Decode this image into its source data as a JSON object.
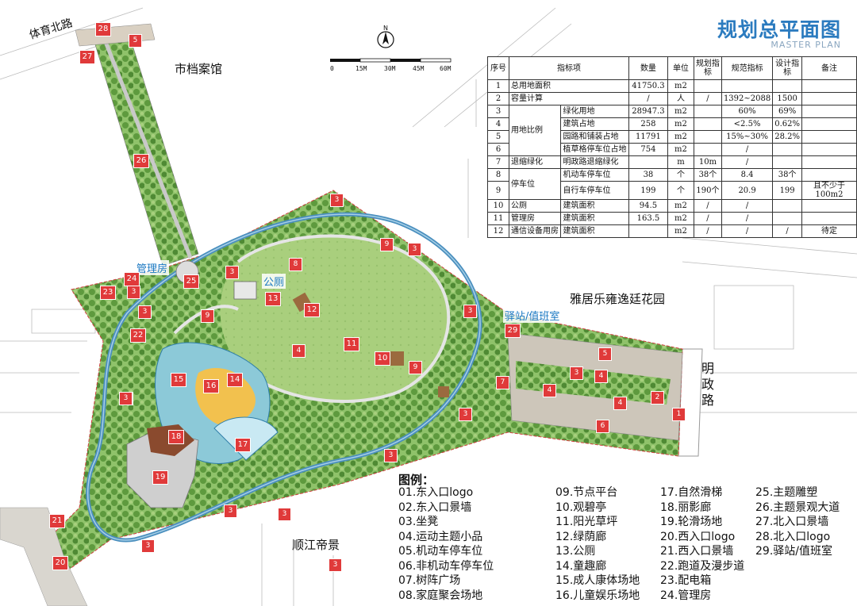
{
  "header": {
    "title": "规划总平面图",
    "subtitle": "MASTER PLAN"
  },
  "compass": {
    "label": "N"
  },
  "scale": {
    "labels": [
      "0",
      "15M",
      "30M",
      "45M",
      "60M"
    ]
  },
  "place_labels": {
    "tiyu_north_road": "体育北路",
    "city_archives": "市档案馆",
    "management_room": "管理房",
    "toilet": "公厕",
    "station": "驿站/值班室",
    "yaju": "雅居乐雍逸廷花园",
    "mingzheng_road": "明政路",
    "shunjiang": "顺江帝景"
  },
  "table": {
    "headers": [
      "序号",
      "指标项",
      "数量",
      "单位",
      "规划指标",
      "规范指标",
      "设计指标",
      "备注"
    ],
    "rows": [
      {
        "no": "1",
        "group": "",
        "item": "总用地面积",
        "qty": "41750.3",
        "unit": "m2",
        "plan": "",
        "norm": "",
        "design": "",
        "note": ""
      },
      {
        "no": "2",
        "group": "",
        "item": "容量计算",
        "qty": "/",
        "unit": "人",
        "plan": "/",
        "norm": "1392~2088",
        "design": "1500",
        "note": ""
      },
      {
        "no": "3",
        "group": "用地比例",
        "item": "绿化用地",
        "qty": "28947.3",
        "unit": "m2",
        "plan": "",
        "norm": "60%",
        "design": "69%",
        "note": ""
      },
      {
        "no": "4",
        "group": "",
        "item": "建筑占地",
        "qty": "258",
        "unit": "m2",
        "plan": "",
        "norm": "<2.5%",
        "design": "0.62%",
        "note": ""
      },
      {
        "no": "5",
        "group": "",
        "item": "园路和铺装占地",
        "qty": "11791",
        "unit": "m2",
        "plan": "",
        "norm": "15%~30%",
        "design": "28.2%",
        "note": ""
      },
      {
        "no": "6",
        "group": "",
        "item": "植草格停车位占地",
        "qty": "754",
        "unit": "m2",
        "plan": "",
        "norm": "/",
        "design": "",
        "note": ""
      },
      {
        "no": "7",
        "group": "退缩绿化",
        "item": "明政路退缩绿化",
        "qty": "",
        "unit": "m",
        "plan": "10m",
        "norm": "/",
        "design": "",
        "note": ""
      },
      {
        "no": "8",
        "group": "停车位",
        "item": "机动车停车位",
        "qty": "38",
        "unit": "个",
        "plan": "38个",
        "norm": "8.4",
        "design": "38个",
        "note": ""
      },
      {
        "no": "9",
        "group": "",
        "item": "自行车停车位",
        "qty": "199",
        "unit": "个",
        "plan": "190个",
        "norm": "20.9",
        "design": "199",
        "note": "且不少于100m2"
      },
      {
        "no": "10",
        "group": "公厕",
        "item": "建筑面积",
        "qty": "94.5",
        "unit": "m2",
        "plan": "/",
        "norm": "/",
        "design": "",
        "note": ""
      },
      {
        "no": "11",
        "group": "管理房",
        "item": "建筑面积",
        "qty": "163.5",
        "unit": "m2",
        "plan": "/",
        "norm": "/",
        "design": "",
        "note": ""
      },
      {
        "no": "12",
        "group": "通信设备用房",
        "item": "建筑面积",
        "qty": "",
        "unit": "m2",
        "plan": "/",
        "norm": "/",
        "design": "/",
        "note": "待定"
      }
    ]
  },
  "legend": {
    "title": "图例：",
    "col1": [
      "01.东入口logo",
      "02.东入口景墙",
      "03.坐凳",
      "04.运动主题小品",
      "05.机动车停车位",
      "06.非机动车停车位",
      "07.树阵广场",
      "08.家庭聚会场地"
    ],
    "col2": [
      "09.节点平台",
      "10.观碧亭",
      "11.阳光草坪",
      "12.绿荫廊",
      "13.公厕",
      "14.童趣廊",
      "15.成人康体场地",
      "16.儿童娱乐场地"
    ],
    "col3": [
      "17.自然滑梯",
      "18.丽影廊",
      "19.轮滑场地",
      "20.西入口logo",
      "21.西入口景墙",
      "22.跑道及漫步道",
      "23.配电箱",
      "24.管理房"
    ],
    "col4": [
      "25.主题雕塑",
      "26.主题景观大道",
      "27.北入口景墙",
      "28.北入口logo",
      "29.驿站/值班室"
    ]
  },
  "tags": [
    "28",
    "5",
    "27",
    "26",
    "3",
    "24",
    "25",
    "3",
    "9",
    "8",
    "13",
    "12",
    "23",
    "3",
    "9",
    "22",
    "3",
    "3",
    "3",
    "4",
    "11",
    "10",
    "9",
    "29",
    "5",
    "16",
    "14",
    "15",
    "3",
    "7",
    "4",
    "3",
    "4",
    "2",
    "4",
    "1",
    "6",
    "18",
    "17",
    "3",
    "3",
    "19",
    "3",
    "3",
    "21",
    "20",
    "3",
    "3",
    "3"
  ]
}
